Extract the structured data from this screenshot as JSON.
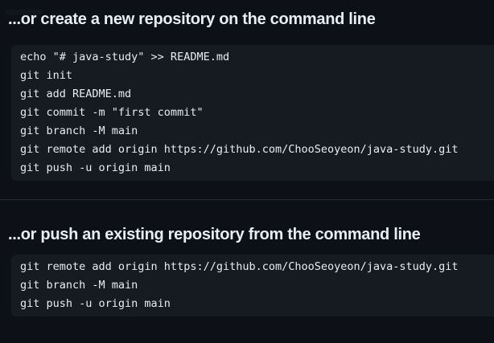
{
  "page": {
    "background_color": "#0d1117",
    "surface_color": "#161b22",
    "divider_color": "#262c36",
    "text_color": "#e6edf3"
  },
  "section_create": {
    "heading": "...or create a new repository on the command line",
    "code_lines": [
      "echo \"# java-study\" >> README.md",
      "git init",
      "git add README.md",
      "git commit -m \"first commit\"",
      "git branch -M main",
      "git remote add origin https://github.com/ChooSeoyeon/java-study.git",
      "git push -u origin main"
    ]
  },
  "section_push": {
    "heading": "...or push an existing repository from the command line",
    "code_lines": [
      "git remote add origin https://github.com/ChooSeoyeon/java-study.git",
      "git branch -M main",
      "git push -u origin main"
    ]
  }
}
